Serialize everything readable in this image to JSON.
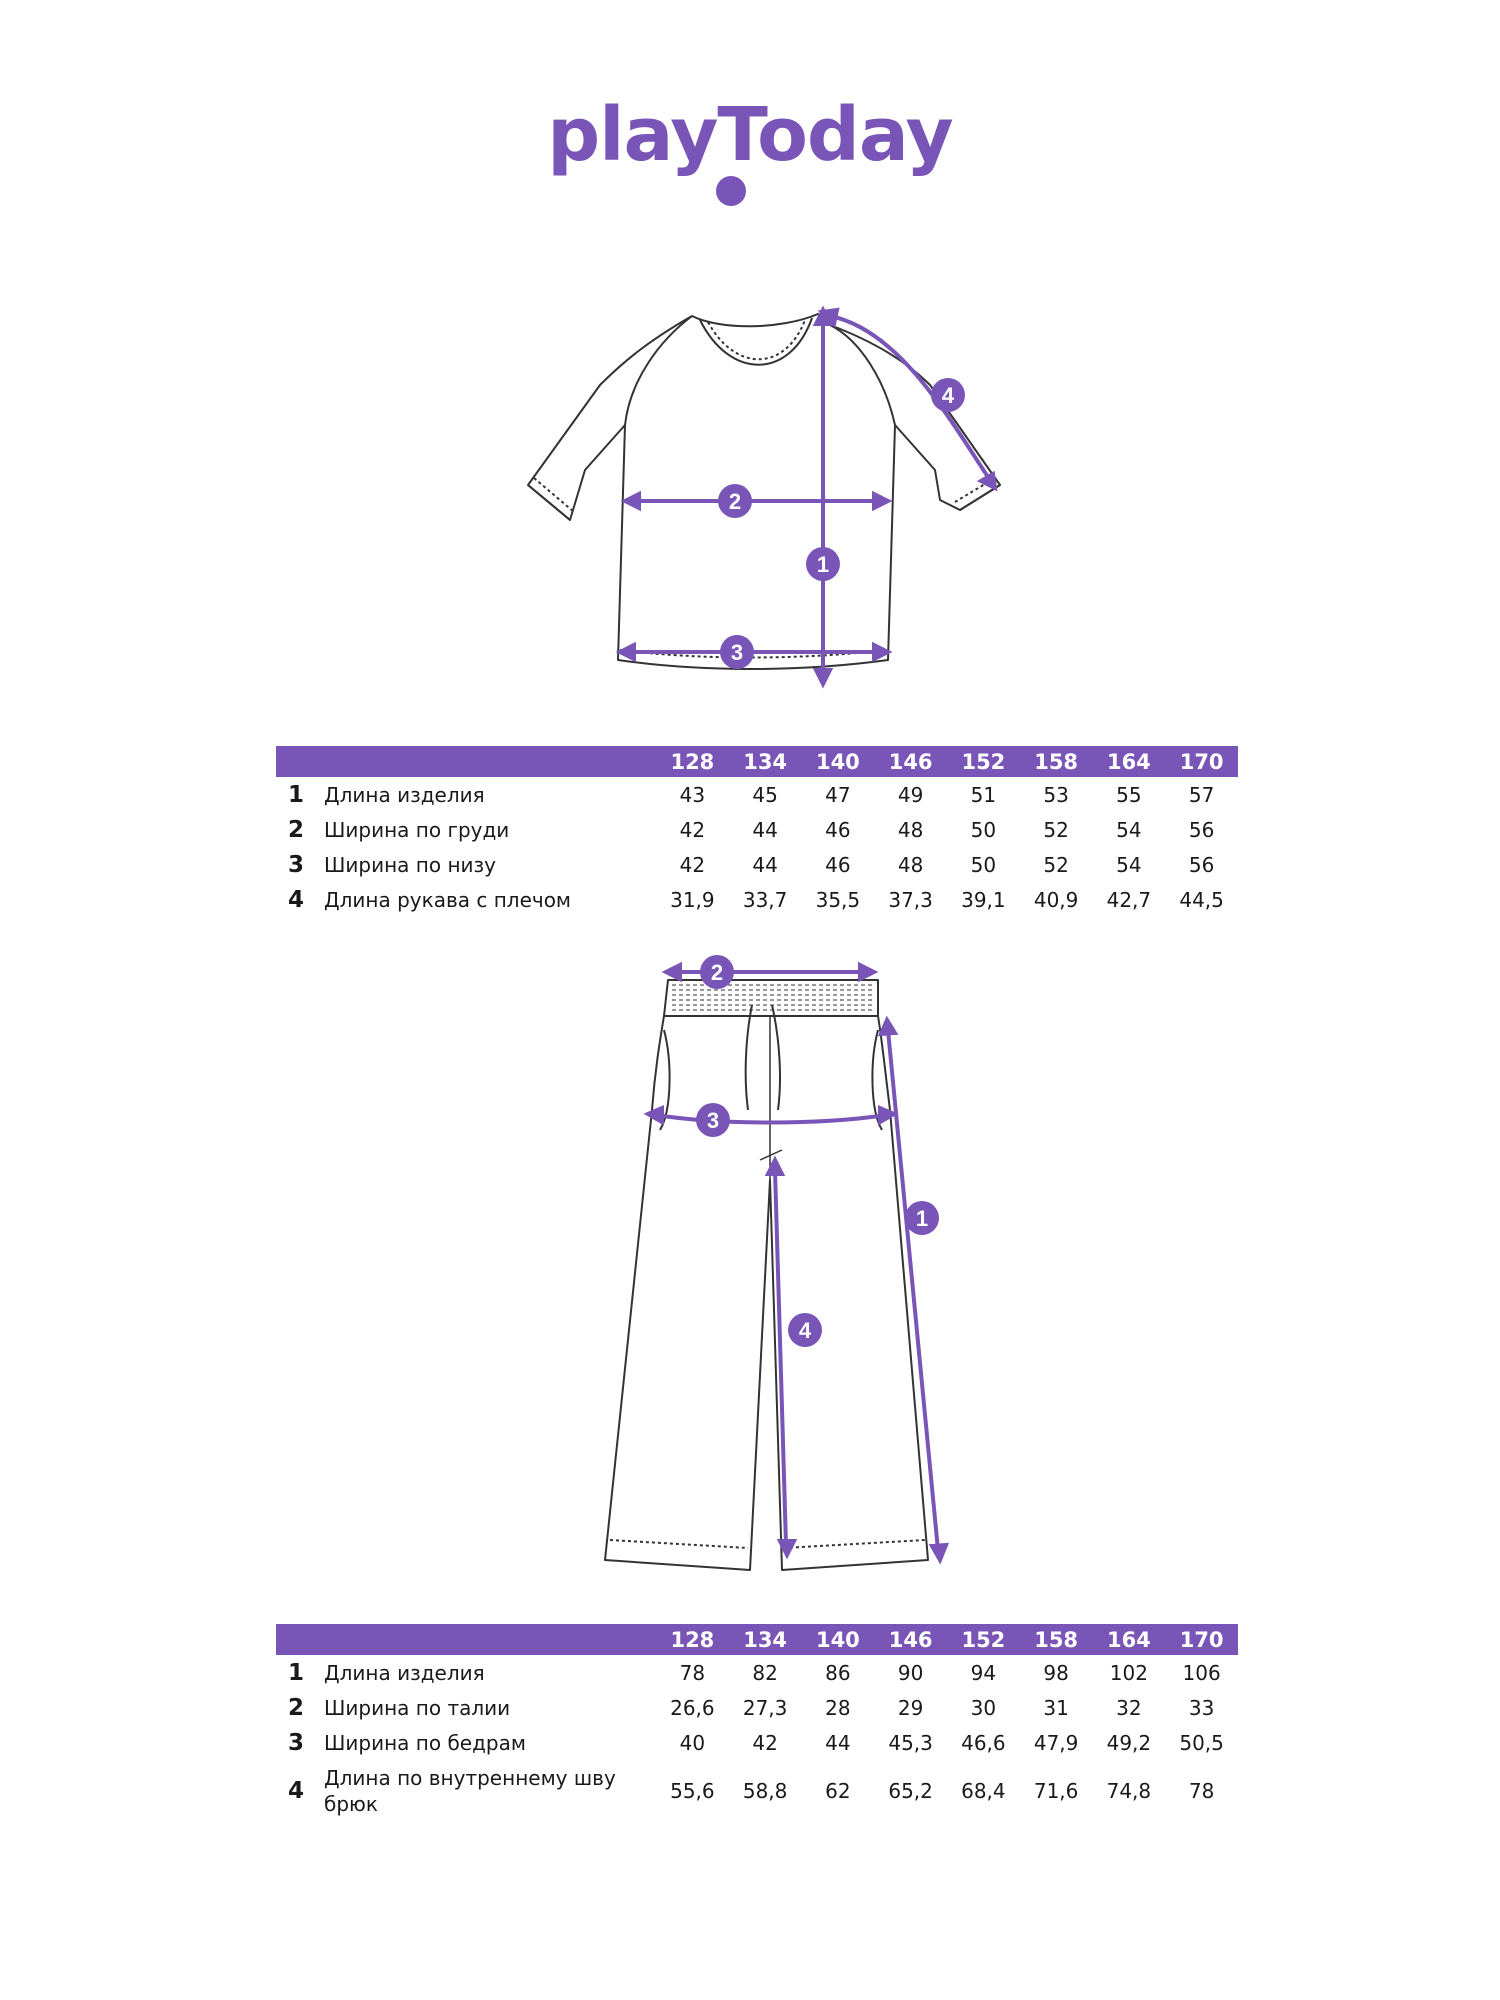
{
  "brand": {
    "logo_text": "playToday",
    "color": "#7a55b8"
  },
  "icons": [
    "t-shirt-sketch",
    "trousers-sketch"
  ],
  "top_table": {
    "sizes": [
      "128",
      "134",
      "140",
      "146",
      "152",
      "158",
      "164",
      "170"
    ],
    "rows": [
      {
        "num": "1",
        "label": "Длина изделия",
        "values": [
          "43",
          "45",
          "47",
          "49",
          "51",
          "53",
          "55",
          "57"
        ]
      },
      {
        "num": "2",
        "label": "Ширина по груди",
        "values": [
          "42",
          "44",
          "46",
          "48",
          "50",
          "52",
          "54",
          "56"
        ]
      },
      {
        "num": "3",
        "label": "Ширина по низу",
        "values": [
          "42",
          "44",
          "46",
          "48",
          "50",
          "52",
          "54",
          "56"
        ]
      },
      {
        "num": "4",
        "label": "Длина рукава с плечом",
        "values": [
          "31,9",
          "33,7",
          "35,5",
          "37,3",
          "39,1",
          "40,9",
          "42,7",
          "44,5"
        ]
      }
    ]
  },
  "bottom_table": {
    "sizes": [
      "128",
      "134",
      "140",
      "146",
      "152",
      "158",
      "164",
      "170"
    ],
    "rows": [
      {
        "num": "1",
        "label": "Длина изделия",
        "values": [
          "78",
          "82",
          "86",
          "90",
          "94",
          "98",
          "102",
          "106"
        ]
      },
      {
        "num": "2",
        "label": "Ширина по талии",
        "values": [
          "26,6",
          "27,3",
          "28",
          "29",
          "30",
          "31",
          "32",
          "33"
        ]
      },
      {
        "num": "3",
        "label": "Ширина по бедрам",
        "values": [
          "40",
          "42",
          "44",
          "45,3",
          "46,6",
          "47,9",
          "49,2",
          "50,5"
        ]
      },
      {
        "num": "4",
        "label": "Длина по внутреннему шву брюк",
        "values": [
          "55,6",
          "58,8",
          "62",
          "65,2",
          "68,4",
          "71,6",
          "74,8",
          "78"
        ]
      }
    ]
  },
  "shirt_markers": [
    "1",
    "2",
    "3",
    "4"
  ],
  "pants_markers": [
    "1",
    "2",
    "3",
    "4"
  ]
}
